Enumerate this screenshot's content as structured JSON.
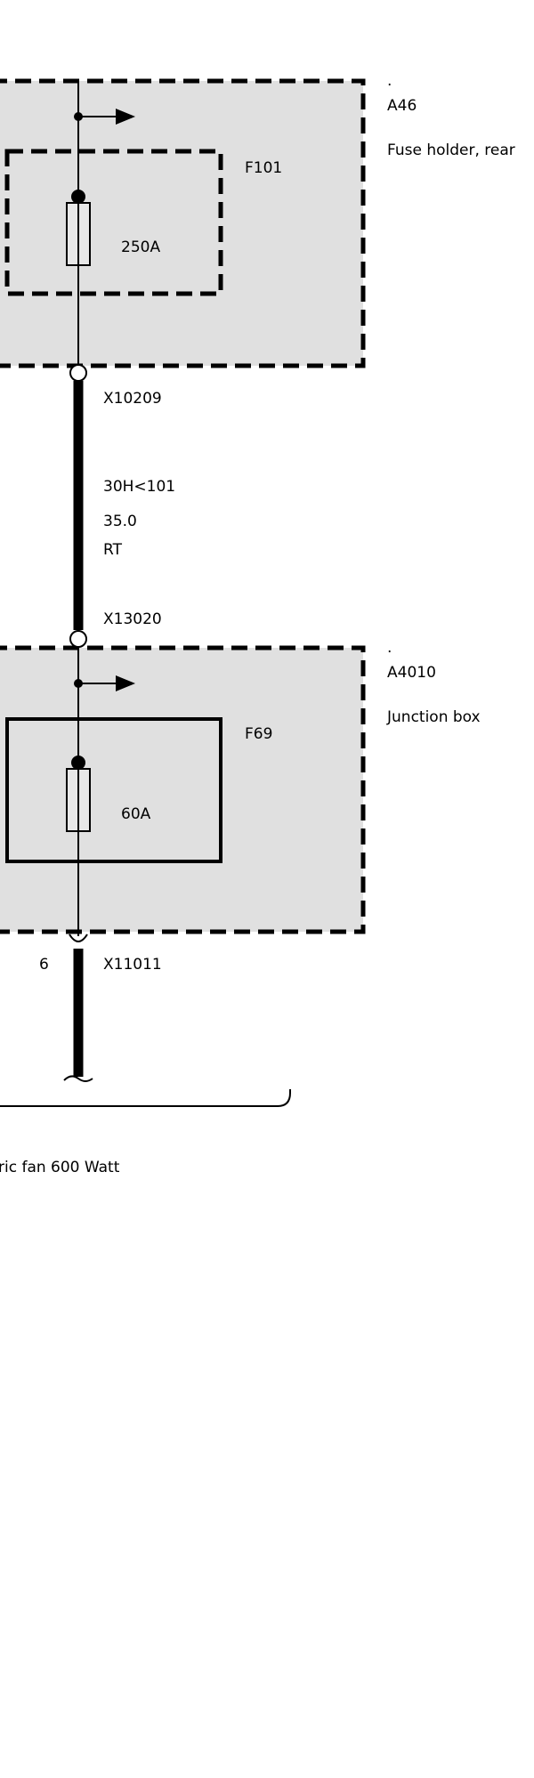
{
  "components": {
    "a46": {
      "mark": ".",
      "id": "A46",
      "description": "Fuse holder, rear"
    },
    "a4010": {
      "mark": ".",
      "id": "A4010",
      "description": "Junction box"
    }
  },
  "fuses": {
    "f101": {
      "id": "F101",
      "rating": "250A"
    },
    "f69": {
      "id": "F69",
      "rating": "60A"
    }
  },
  "connectors": {
    "x10209": "X10209",
    "x13020": "X13020",
    "x11011": "X11011",
    "x11011_pin": "6"
  },
  "wire": {
    "signal": "30H<101",
    "cross_section": "35.0",
    "color": "RT"
  },
  "consumer": {
    "description": "ric fan 600 Watt"
  }
}
